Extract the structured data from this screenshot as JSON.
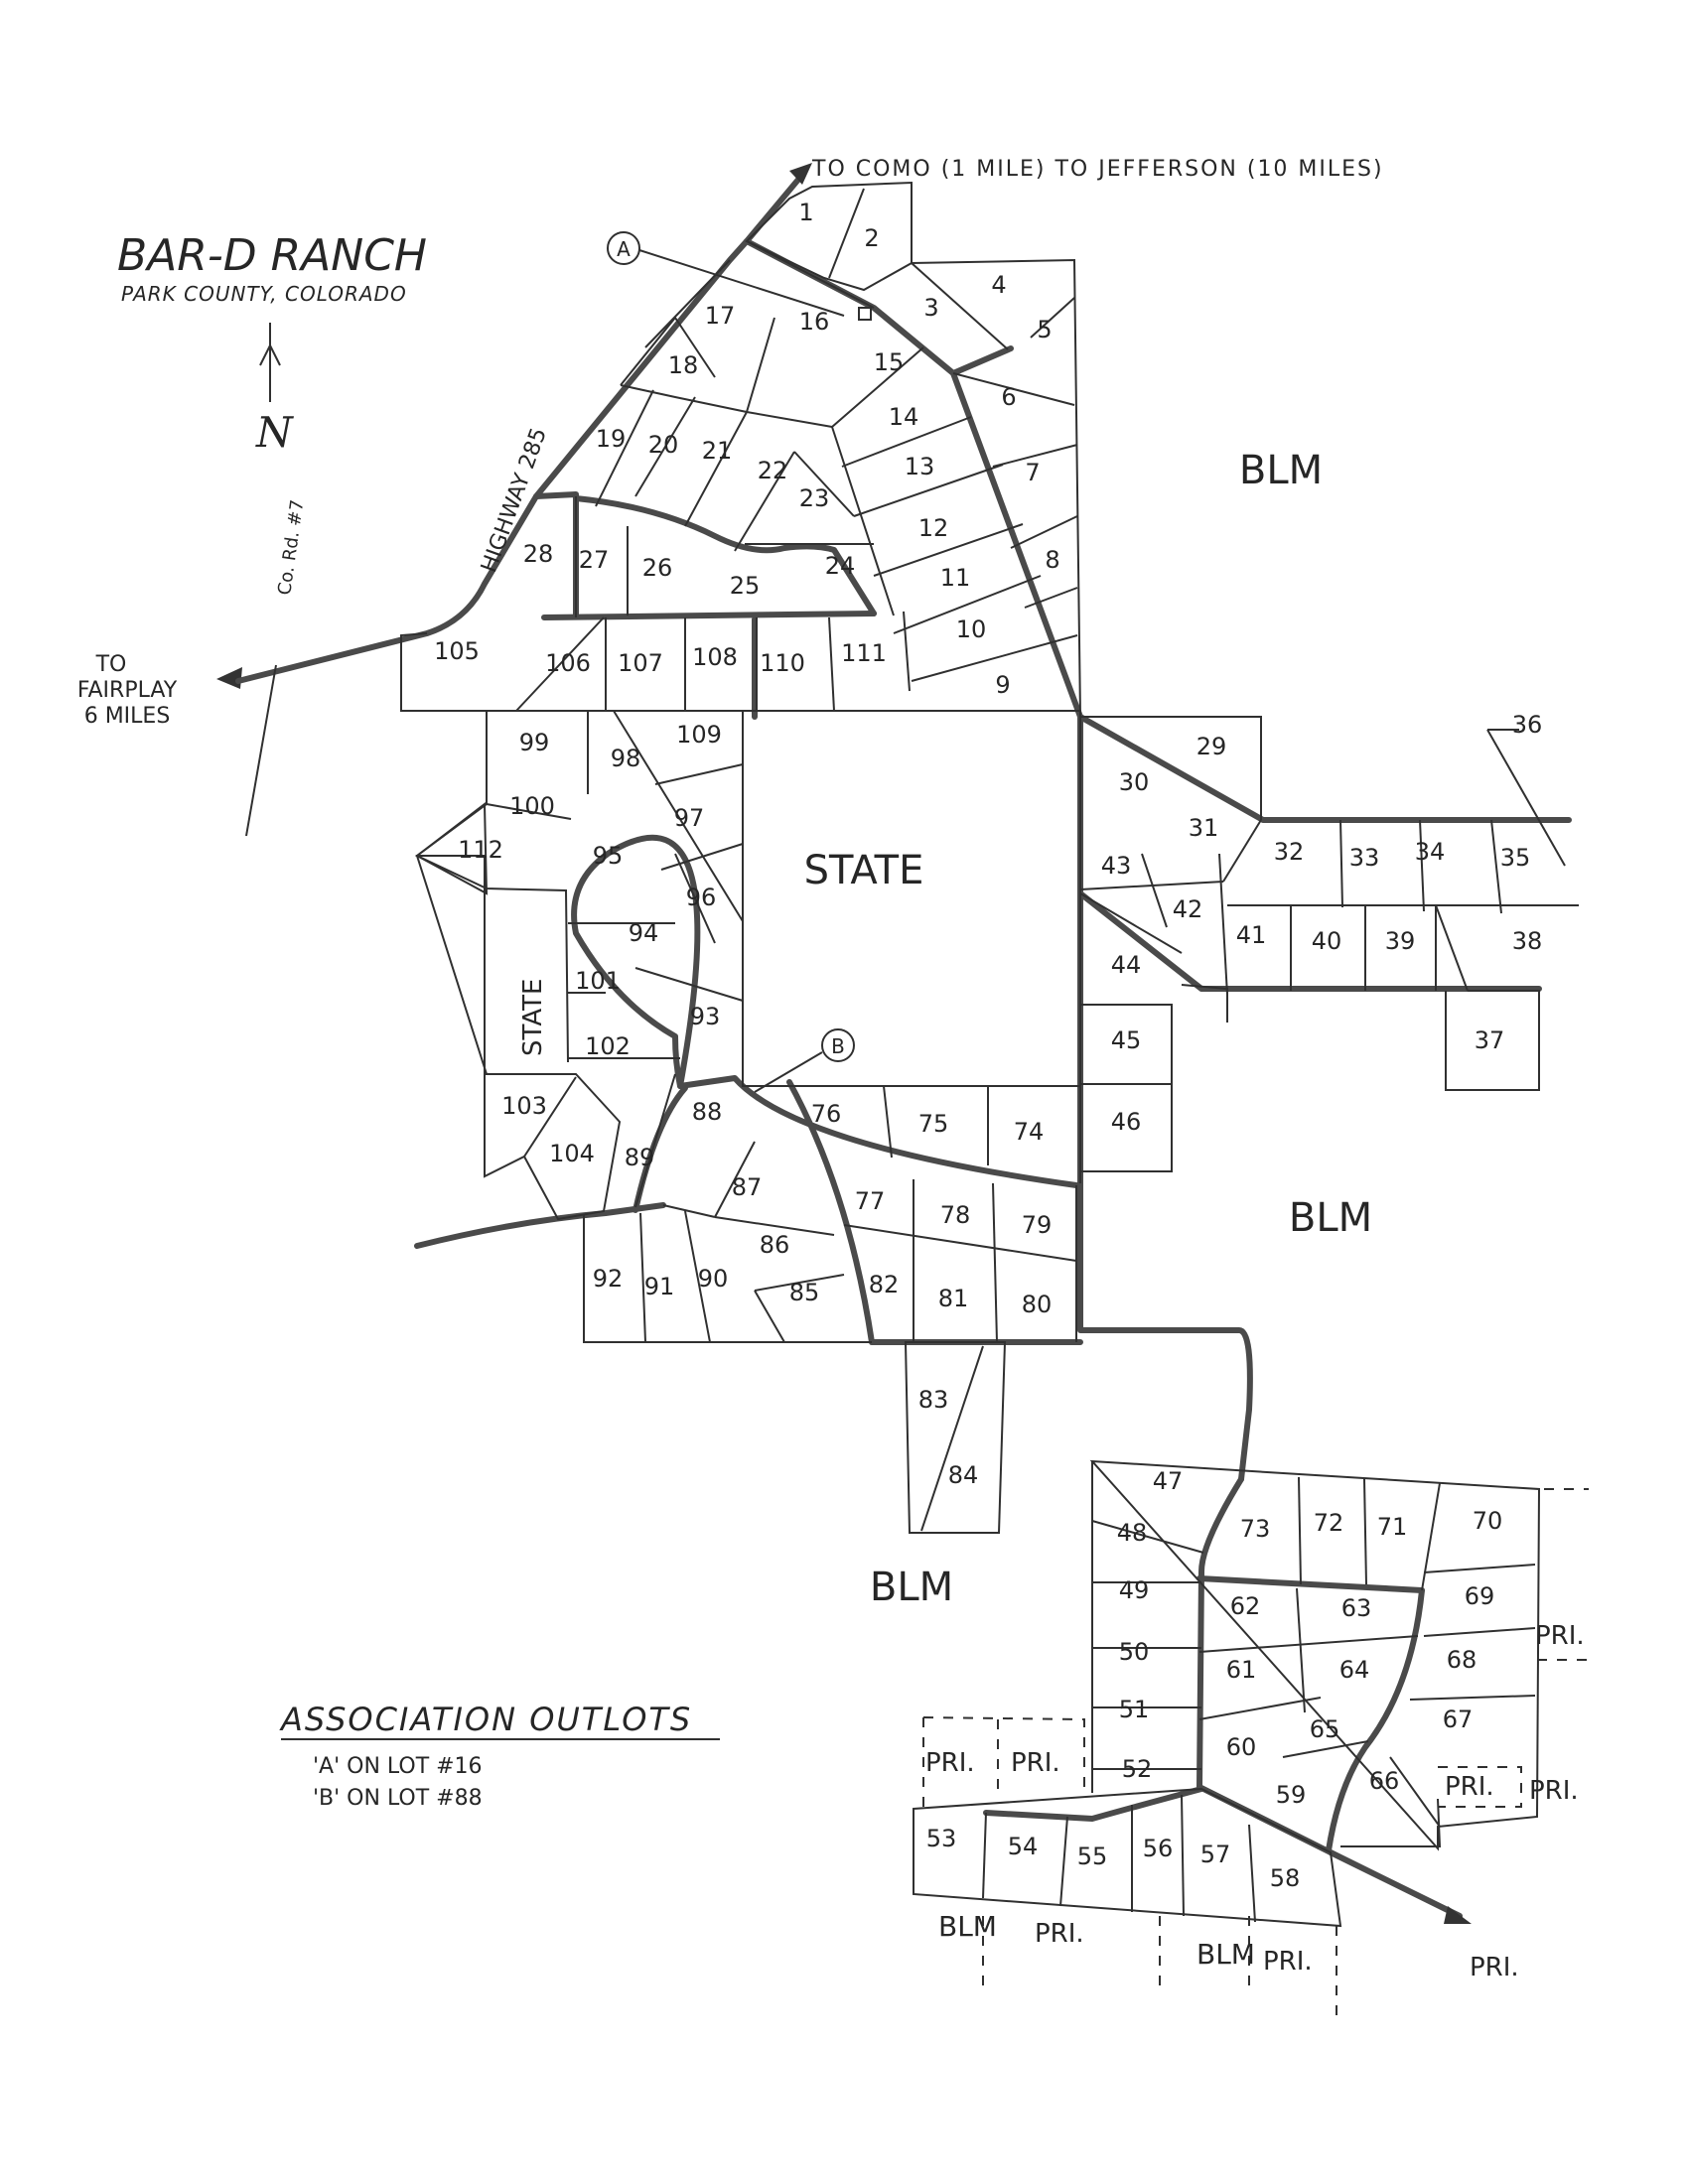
{
  "title": "BAR-D RANCH",
  "subtitle": "PARK COUNTY, COLORADO",
  "north_symbol": "N",
  "directions": {
    "como": "TO COMO (1 MILE) TO JEFFERSON (10 MILES)",
    "fairplay_line1": "TO",
    "fairplay_line2": "FAIRPLAY",
    "fairplay_line3": "6 MILES"
  },
  "road_labels": {
    "highway": "HIGHWAY 285",
    "county_road": "Co. Rd. #7"
  },
  "land_labels": {
    "state_center": "STATE",
    "state_west": "STATE",
    "blm_ne": "BLM",
    "blm_e": "BLM",
    "blm_s": "BLM",
    "blm_sw": "BLM",
    "blm_s2": "BLM",
    "pri": "PRI."
  },
  "outlots": {
    "heading": "ASSOCIATION OUTLOTS",
    "a_marker": "A",
    "b_marker": "B",
    "line_a": "'A'  ON LOT #16",
    "line_b": "'B'  ON LOT #88"
  },
  "lots": [
    "1",
    "2",
    "3",
    "4",
    "5",
    "6",
    "7",
    "8",
    "9",
    "10",
    "11",
    "12",
    "13",
    "14",
    "15",
    "16",
    "17",
    "18",
    "19",
    "20",
    "21",
    "22",
    "23",
    "24",
    "25",
    "26",
    "27",
    "28",
    "29",
    "30",
    "31",
    "32",
    "33",
    "34",
    "35",
    "36",
    "37",
    "38",
    "39",
    "40",
    "41",
    "42",
    "43",
    "44",
    "45",
    "46",
    "47",
    "48",
    "49",
    "50",
    "51",
    "52",
    "53",
    "54",
    "55",
    "56",
    "57",
    "58",
    "59",
    "60",
    "61",
    "62",
    "63",
    "64",
    "65",
    "66",
    "67",
    "68",
    "69",
    "70",
    "71",
    "72",
    "73",
    "74",
    "75",
    "76",
    "77",
    "78",
    "79",
    "80",
    "81",
    "82",
    "83",
    "84",
    "85",
    "86",
    "87",
    "88",
    "89",
    "90",
    "91",
    "92",
    "93",
    "94",
    "95",
    "96",
    "97",
    "98",
    "99",
    "100",
    "101",
    "102",
    "103",
    "104",
    "105",
    "106",
    "107",
    "108",
    "109",
    "110",
    "111",
    "112"
  ]
}
